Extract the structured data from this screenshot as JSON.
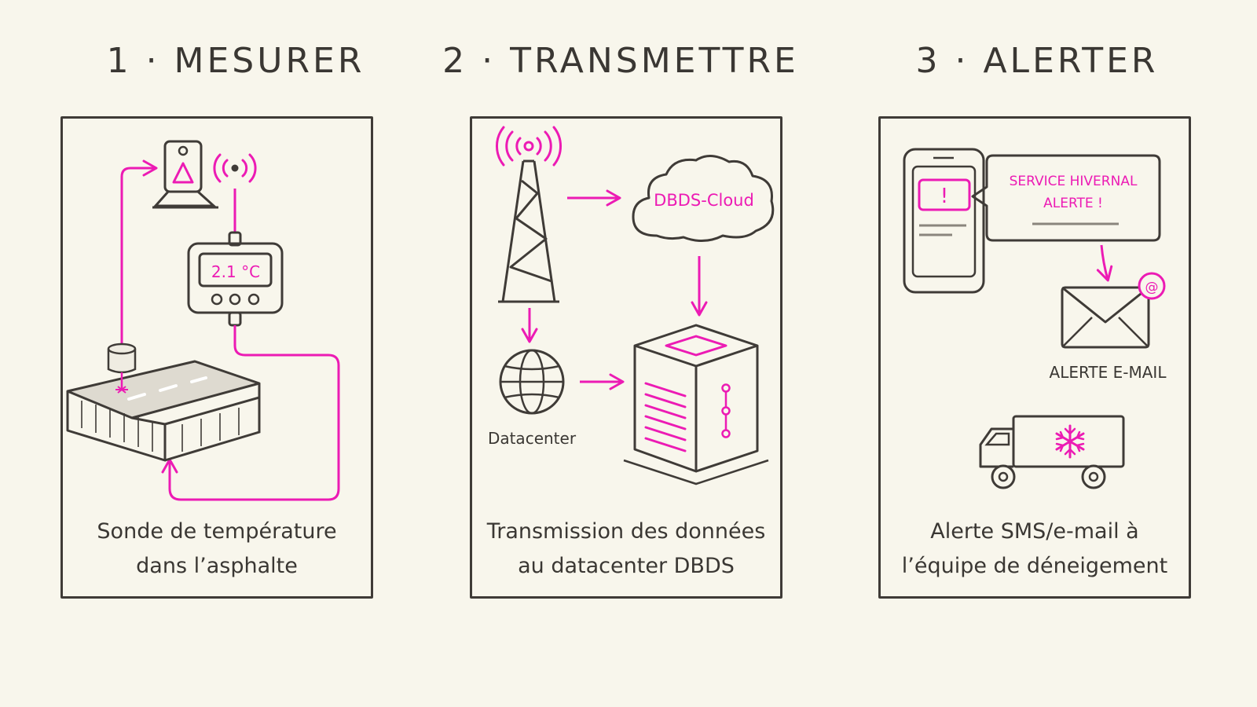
{
  "steps": [
    {
      "title": "1 · MESURER",
      "caption_lines": [
        "Sonde de température",
        "dans l’asphalte"
      ]
    },
    {
      "title": "2 · TRANSMETTRE",
      "caption_lines": [
        "Transmission des données",
        "au datacenter DBDS"
      ]
    },
    {
      "title": "3 · ALERTER",
      "caption_lines": [
        "Alerte SMS/e-mail à",
        "l’équipe de déneigement"
      ]
    }
  ],
  "sensor": {
    "temperature": "2.1 °C"
  },
  "network": {
    "cloud_label": "DBDS-Cloud",
    "datacenter_label": "Datacenter"
  },
  "alert": {
    "message_lines": [
      "SERVICE HIVERNAL",
      "ALERTE !"
    ],
    "phone_mark": "!",
    "email_badge": "@",
    "email_label": "ALERTE E-MAIL"
  },
  "colors": {
    "accent": "#ec1bb4",
    "ink": "#3f3b37",
    "background": "#f8f6ec",
    "road_top": "#dedad0"
  }
}
